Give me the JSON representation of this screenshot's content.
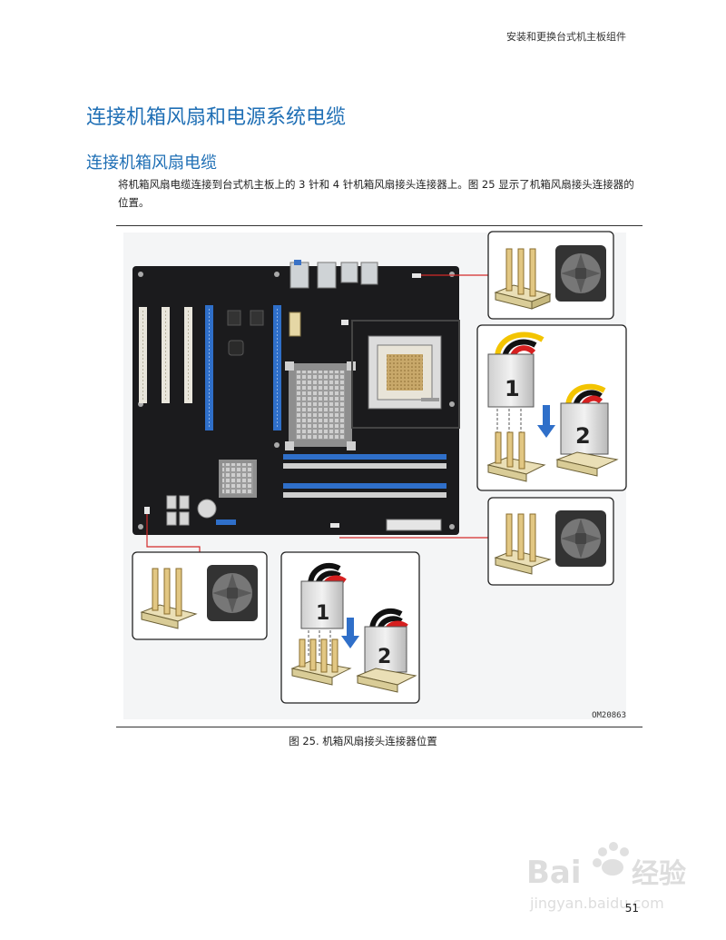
{
  "header": {
    "running_title": "安装和更换台式机主板组件"
  },
  "section": {
    "title": "连接机箱风扇和电源系统电缆",
    "subtitle": "连接机箱风扇电缆",
    "body": "将机箱风扇电缆连接到台式机主板上的 3 针和 4 针机箱风扇接头连接器上。图 25 显示了机箱风扇接头连接器的位置。"
  },
  "figure": {
    "id_label": "OM20863",
    "caption": "图 25. 机箱风扇接头连接器位置",
    "step_labels": [
      "1",
      "2",
      "1",
      "2"
    ],
    "colors": {
      "board": "#1b1b1d",
      "callout_line": "#d32a2a",
      "accent_blue": "#2f6fc9",
      "wire_yellow": "#f3c400",
      "wire_red": "#d61f1f",
      "wire_black": "#111111"
    }
  },
  "watermark": {
    "brand": "Bai经验",
    "url": "jingyan.baidu.com"
  },
  "page": {
    "number": "51"
  }
}
